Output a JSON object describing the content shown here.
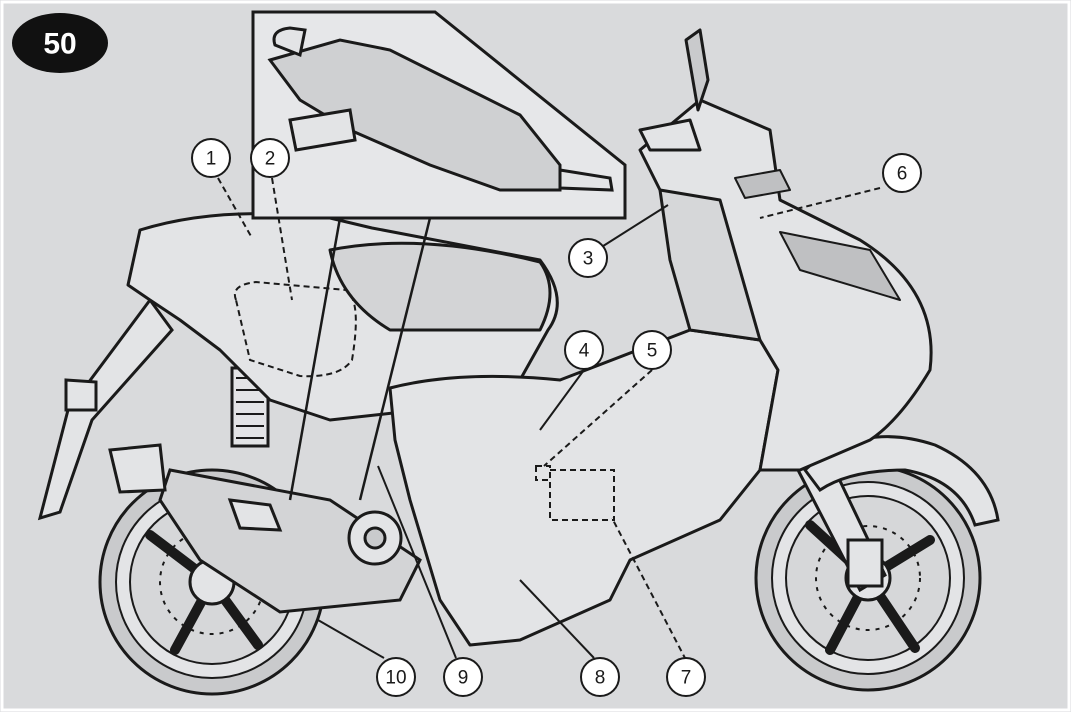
{
  "figure": {
    "number": "50"
  },
  "callouts": [
    "1",
    "2",
    "3",
    "4",
    "5",
    "6",
    "7",
    "8",
    "9",
    "10"
  ],
  "colors": {
    "background": "#d9dadc",
    "body_fill": "#e3e4e6",
    "outline": "#1a1a1a",
    "badge": "#111111",
    "tire": "#c9cacc"
  }
}
